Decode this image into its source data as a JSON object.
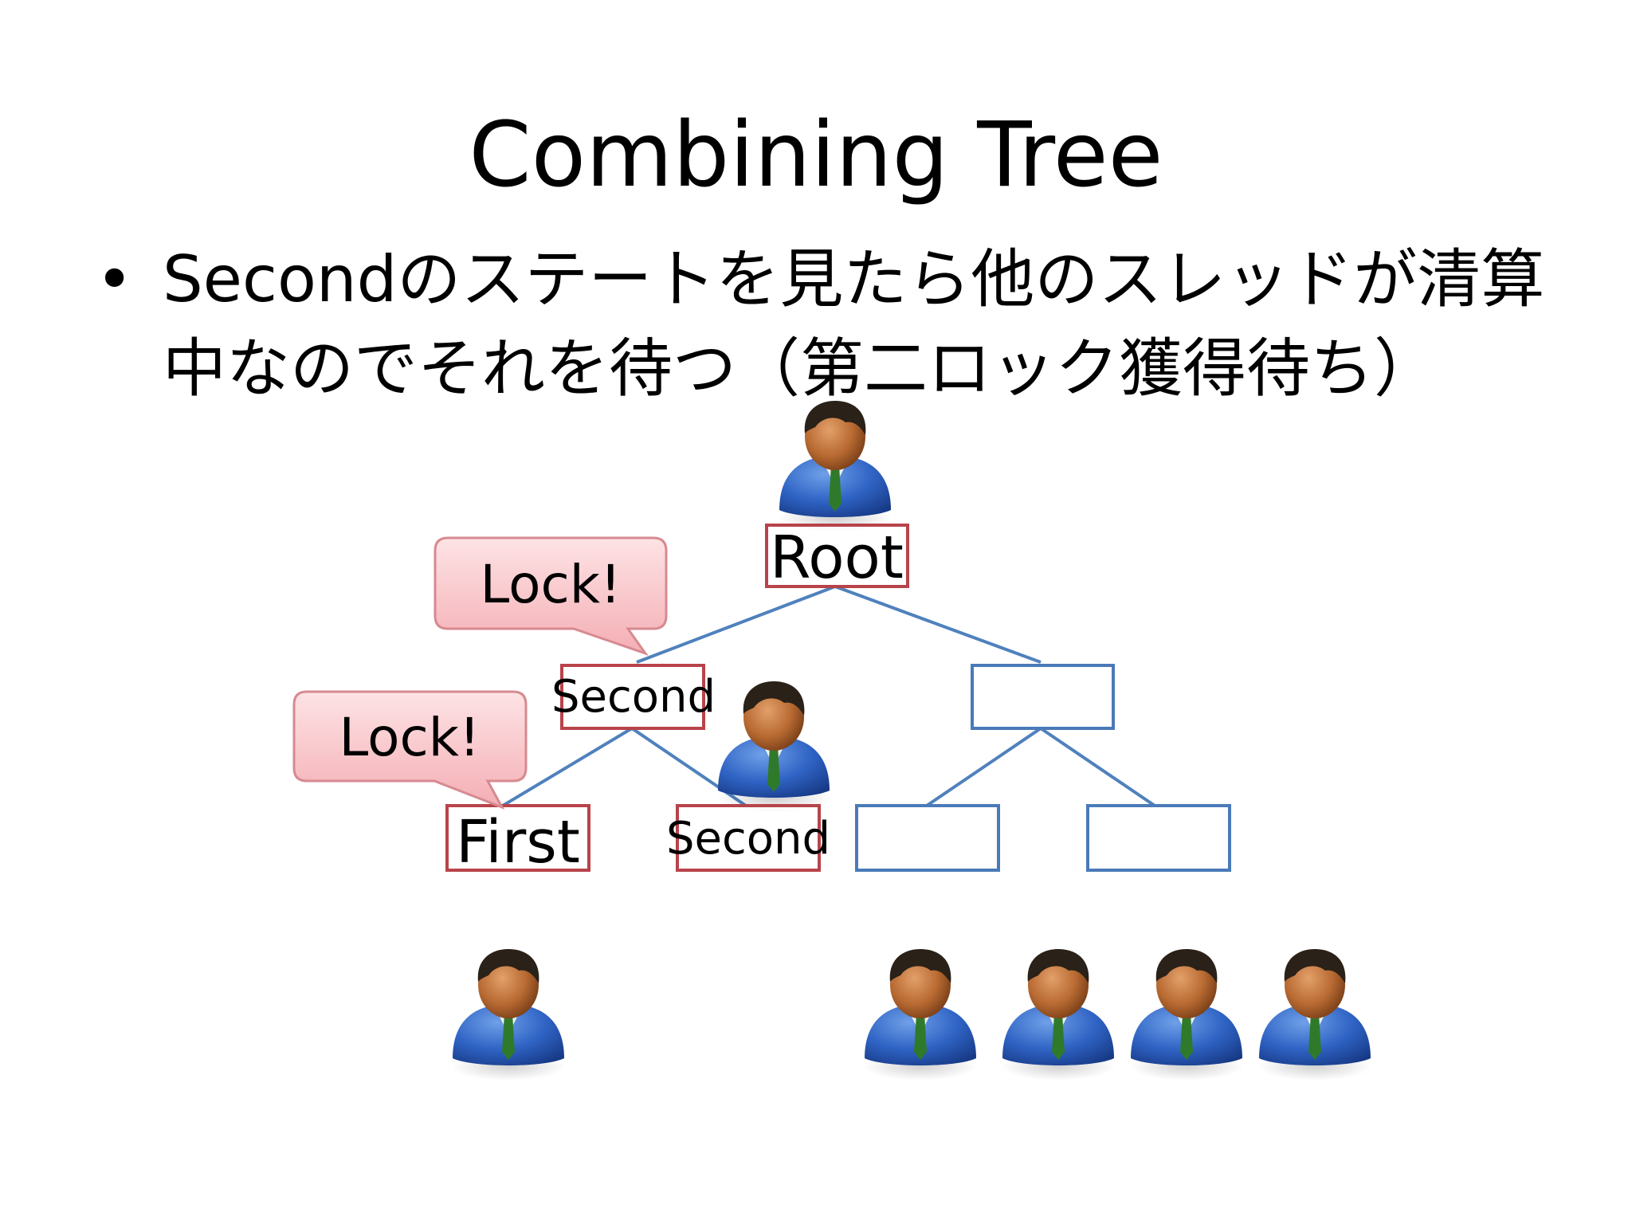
{
  "slide": {
    "title": "Combining Tree",
    "bullet": "Secondのステートを見たら他のスレッドが清算中なのでそれを待つ（第二ロック獲得待ち）"
  },
  "colors": {
    "locked_border": "#b8434a",
    "free_border": "#4a7ab8",
    "edge": "#4f81bd",
    "callout_fill": "#f7c4c8",
    "callout_border": "#d68a90"
  },
  "tree": {
    "root": {
      "label": "Root",
      "status": "locked"
    },
    "mid_left": {
      "label": "Second",
      "status": "locked"
    },
    "mid_right": {
      "label": "",
      "status": "free"
    },
    "leaf_1": {
      "label": "First",
      "status": "locked"
    },
    "leaf_2": {
      "label": "Second",
      "status": "locked"
    },
    "leaf_3": {
      "label": "",
      "status": "free"
    },
    "leaf_4": {
      "label": "",
      "status": "free"
    }
  },
  "callouts": [
    {
      "text": "Lock!",
      "target": "mid_left"
    },
    {
      "text": "Lock!",
      "target": "leaf_1"
    }
  ],
  "icons": {
    "thread": "person-icon"
  }
}
